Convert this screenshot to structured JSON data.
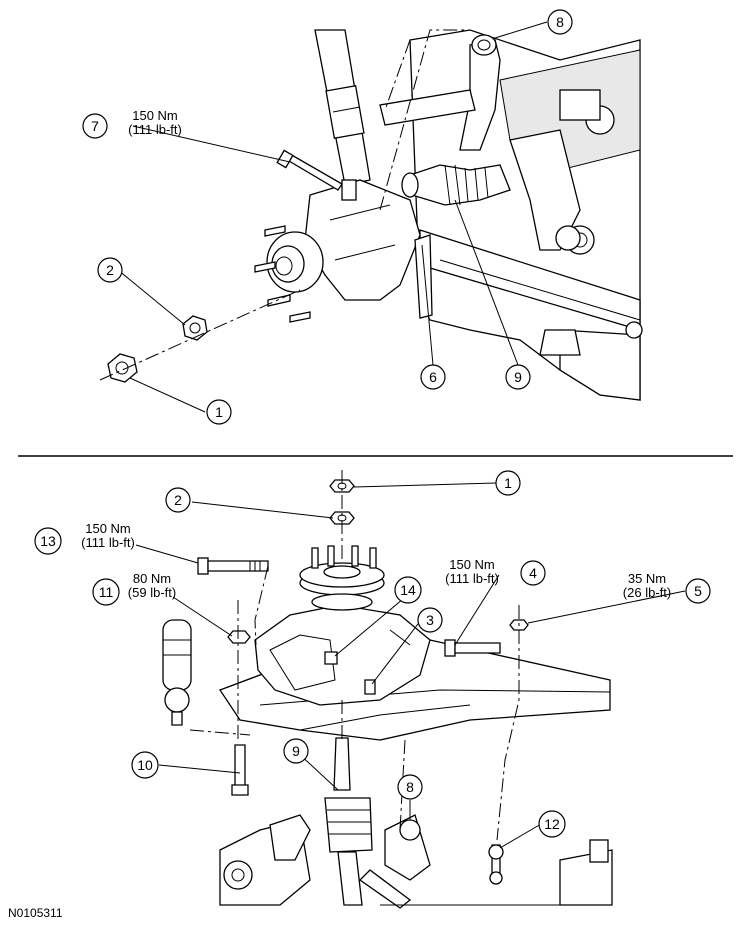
{
  "figure_id": "N0105311",
  "top_view": {
    "callouts": [
      {
        "num": "8",
        "torque_nm": "",
        "torque_lbft": ""
      },
      {
        "num": "7",
        "torque_nm": "150 Nm",
        "torque_lbft": "(111 lb-ft)"
      },
      {
        "num": "2",
        "torque_nm": "",
        "torque_lbft": ""
      },
      {
        "num": "1",
        "torque_nm": "",
        "torque_lbft": ""
      },
      {
        "num": "6",
        "torque_nm": "",
        "torque_lbft": ""
      },
      {
        "num": "9",
        "torque_nm": "",
        "torque_lbft": ""
      }
    ]
  },
  "bottom_view": {
    "callouts": [
      {
        "num": "1",
        "torque_nm": "",
        "torque_lbft": ""
      },
      {
        "num": "2",
        "torque_nm": "",
        "torque_lbft": ""
      },
      {
        "num": "13",
        "torque_nm": "150 Nm",
        "torque_lbft": "(111 lb-ft)"
      },
      {
        "num": "4",
        "torque_nm": "150 Nm",
        "torque_lbft": "(111 lb-ft)"
      },
      {
        "num": "5",
        "torque_nm": "35 Nm",
        "torque_lbft": "(26 lb-ft)"
      },
      {
        "num": "11",
        "torque_nm": "80 Nm",
        "torque_lbft": "(59 lb-ft)"
      },
      {
        "num": "14",
        "torque_nm": "",
        "torque_lbft": ""
      },
      {
        "num": "3",
        "torque_nm": "",
        "torque_lbft": ""
      },
      {
        "num": "10",
        "torque_nm": "",
        "torque_lbft": ""
      },
      {
        "num": "9",
        "torque_nm": "",
        "torque_lbft": ""
      },
      {
        "num": "8",
        "torque_nm": "",
        "torque_lbft": ""
      },
      {
        "num": "12",
        "torque_nm": "",
        "torque_lbft": ""
      }
    ]
  }
}
